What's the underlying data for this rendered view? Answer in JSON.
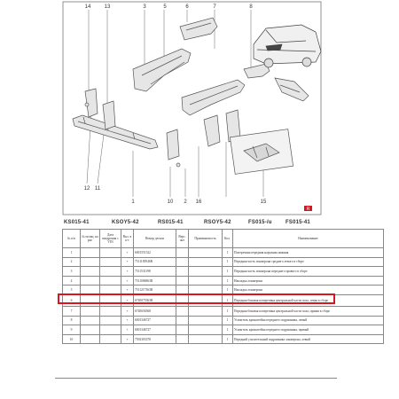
{
  "diagram": {
    "callouts": [
      "14",
      "13",
      "12",
      "3",
      "5",
      "6",
      "7",
      "8",
      "1",
      "11",
      "10",
      "2",
      "16",
      "15"
    ],
    "corner_marker": "R"
  },
  "codes": [
    "KS015-41",
    "KSOY5-42",
    "RS015-41",
    "RSOY5-42",
    "FS015-/u",
    "FS015-41"
  ],
  "table": {
    "headers": [
      "№ п/п",
      "№ позиц. на рис",
      "Дата внедрения с VIN",
      "Вкл. в к-т",
      "Номер детали",
      "Верс. ант",
      "Применяемость",
      "Кол.",
      "Наименование"
    ],
    "rows": [
      [
        "1",
        "",
        "",
        "+",
        "6001551522",
        "",
        "",
        "1",
        "Поперечина передняя наружная нижняя"
      ],
      [
        "2",
        "",
        "",
        "+",
        "7511183946R",
        "",
        "",
        "1",
        "Передняя часть лонжерона среднего левого в сборе"
      ],
      [
        "3",
        "",
        "",
        "+",
        "7511531198",
        "",
        "",
        "1",
        "Передняя часть лонжерона переднего правого в сборе"
      ],
      [
        "4",
        "",
        "",
        "+",
        "7511006863R",
        "",
        "",
        "1",
        "Накладка лонжерона"
      ],
      [
        "5",
        "",
        "",
        "+",
        "7511217363R",
        "",
        "",
        "1",
        "Накладка лонжерона"
      ],
      [
        "6",
        "",
        "",
        "+",
        "6740075363R",
        "",
        "",
        "1",
        "Передняя боковая поперечина центральной части пола, левая в сборе"
      ],
      [
        "7",
        "",
        "",
        "+",
        "6740656568",
        "",
        "",
        "1",
        "Передняя боковая поперечина центральной части пола, правая в сборе"
      ],
      [
        "8",
        "",
        "",
        "+",
        "6001346727",
        "",
        "",
        "1",
        "Усилитель кронштейна переднего подрамника, левый"
      ],
      [
        "9",
        "",
        "",
        "+",
        "6001346727",
        "",
        "",
        "1",
        "Усилитель кронштейна переднего подрамника, правый"
      ],
      [
        "10",
        "",
        "",
        "+",
        "7592303378",
        "",
        "",
        "1",
        "Передний усилительный подрамника лонжерона, левый"
      ]
    ]
  }
}
